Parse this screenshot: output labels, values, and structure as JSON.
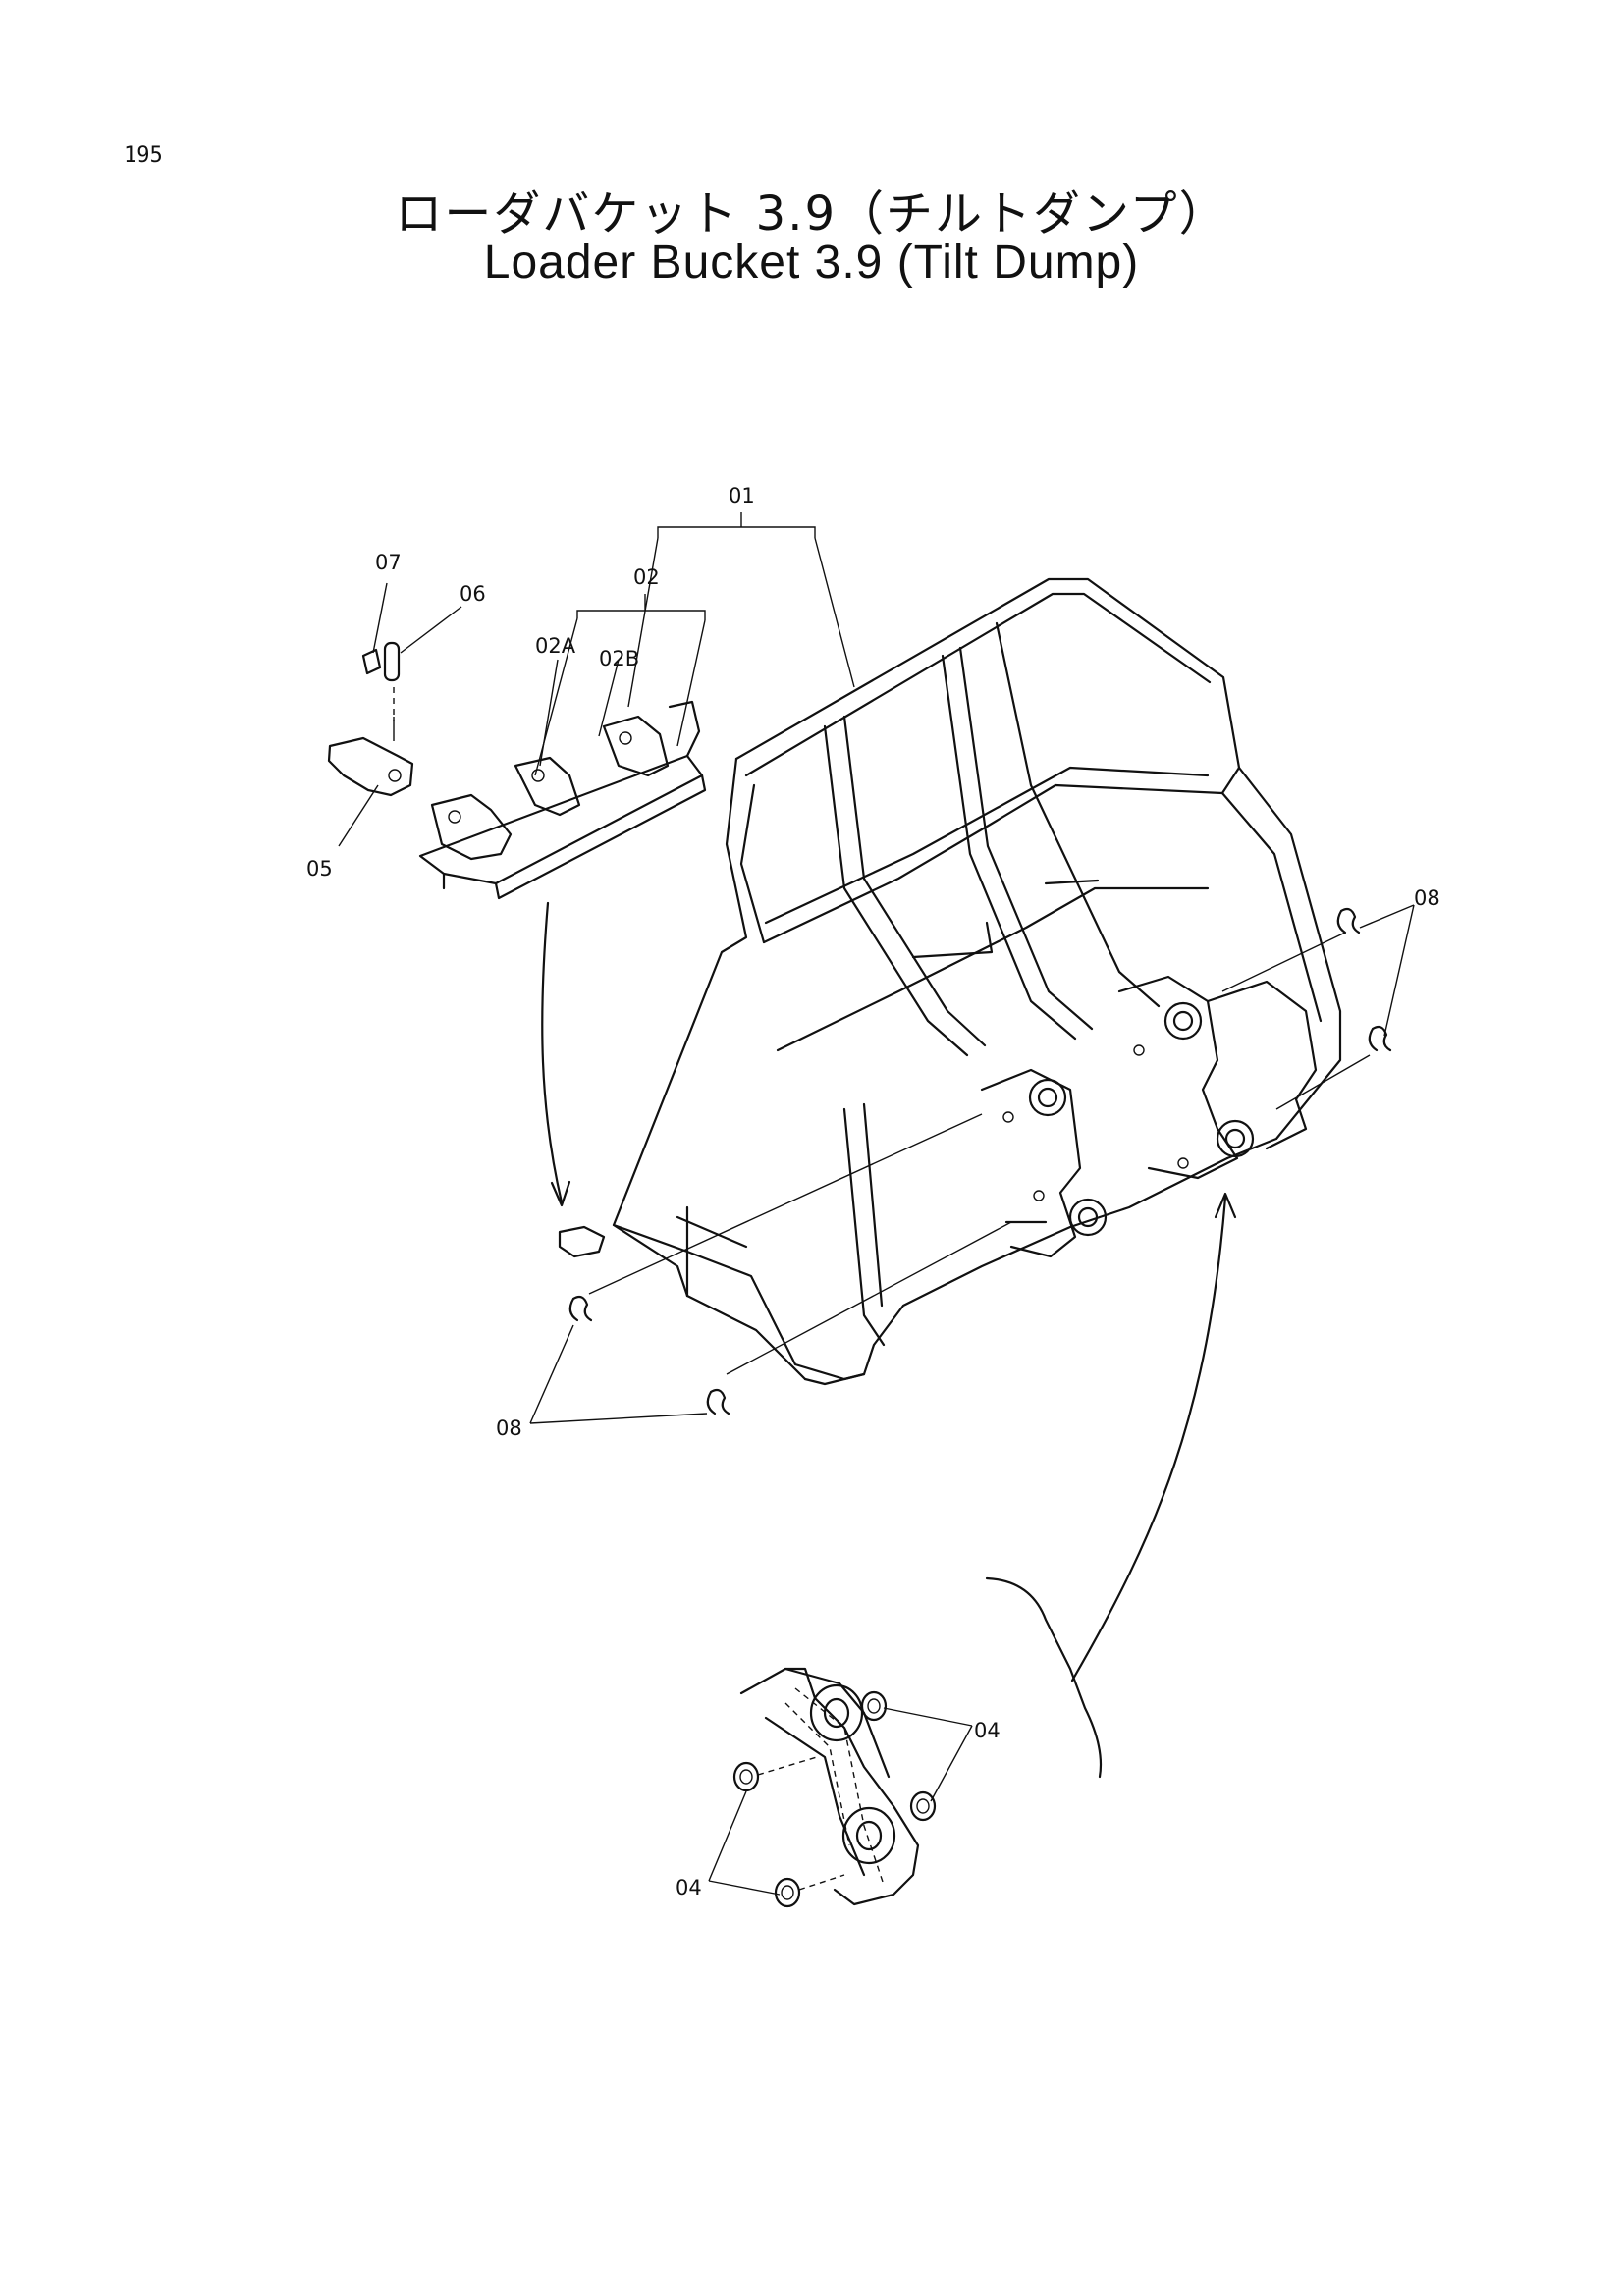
{
  "page_number": "195",
  "title_japanese": "ローダバケット 3.9（チルトダンプ）",
  "title_english": "Loader Bucket 3.9 (Tilt Dump)",
  "callouts": {
    "c01": "01",
    "c02": "02",
    "c02a": "02A",
    "c02b": "02B",
    "c04_right": "04",
    "c04_left": "04",
    "c05": "05",
    "c06": "06",
    "c07": "07",
    "c08_right": "08",
    "c08_left": "08"
  }
}
